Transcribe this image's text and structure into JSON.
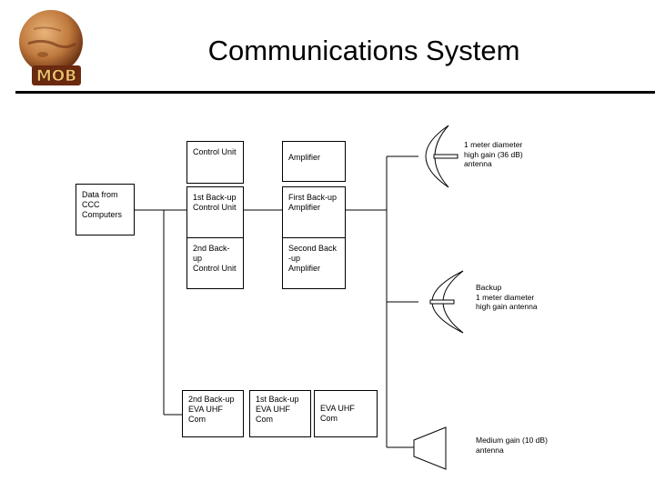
{
  "header": {
    "logo_text": "MOB",
    "title": "Communications System"
  },
  "boxes": {
    "data_from": "Data from\nCCC\nComputers",
    "control_unit": "Control Unit",
    "backup1_control": "1st Back-up\nControl Unit",
    "backup2_control": "2nd Back-up\nControl Unit",
    "amplifier": "Amplifier",
    "first_backup_amp": "First Back-up\nAmplifier",
    "second_backup_amp": "Second Back\n-up\nAmplifier",
    "eva_backup2": "2nd Back-up\nEVA UHF\nCom",
    "eva_backup1": "1st Back-up\nEVA UHF\nCom",
    "eva": "EVA UHF\nCom"
  },
  "antennas": {
    "main": "1 meter diameter\nhigh gain (36 dB)\nantenna",
    "backup": "Backup\n1 meter diameter\nhigh gain antenna",
    "medium": "Medium gain (10 dB)\nantenna"
  },
  "colors": {
    "mars_light": "#d9a066",
    "mars_dark": "#8a4a22",
    "logo_text": "#e8c06a",
    "logo_bg": "#6b2a10"
  }
}
